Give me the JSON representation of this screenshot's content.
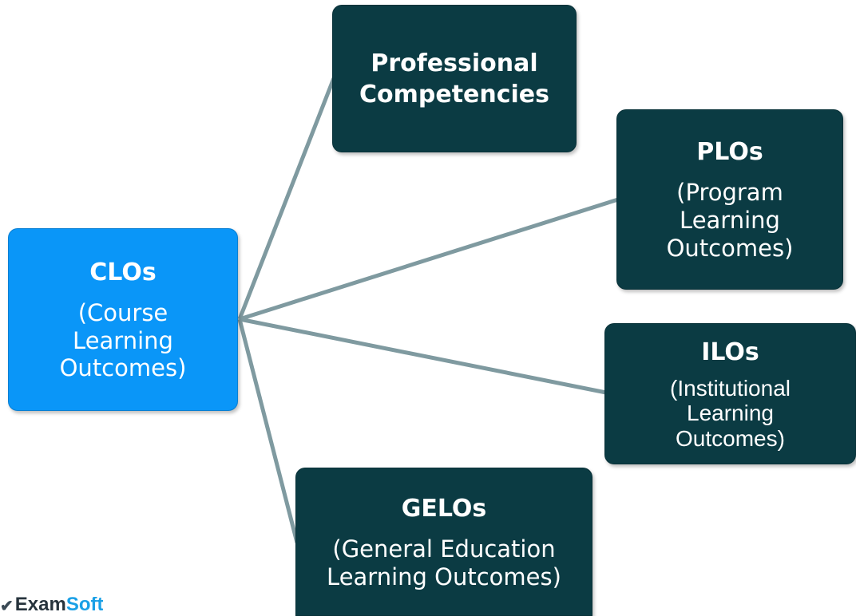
{
  "colors": {
    "primary_node": "#0a96f8",
    "secondary_node": "#0b3b43",
    "connector": "#7f9aa0"
  },
  "nodes": {
    "clos": {
      "title": "CLOs",
      "subtitle": "(Course\nLearning\nOutcomes)"
    },
    "professional": {
      "title": "Professional\nCompetencies"
    },
    "plos": {
      "title": "PLOs",
      "subtitle": "(Program\nLearning\nOutcomes)"
    },
    "ilos": {
      "title": "ILOs",
      "subtitle": "(Institutional\nLearning\nOutcomes)"
    },
    "gelos": {
      "title": "GELOs",
      "subtitle": "(General Education\nLearning Outcomes)"
    }
  },
  "logo": {
    "brand_part1": "Exam",
    "brand_part2": "Soft",
    "icon": "examsoft-logo-icon"
  }
}
